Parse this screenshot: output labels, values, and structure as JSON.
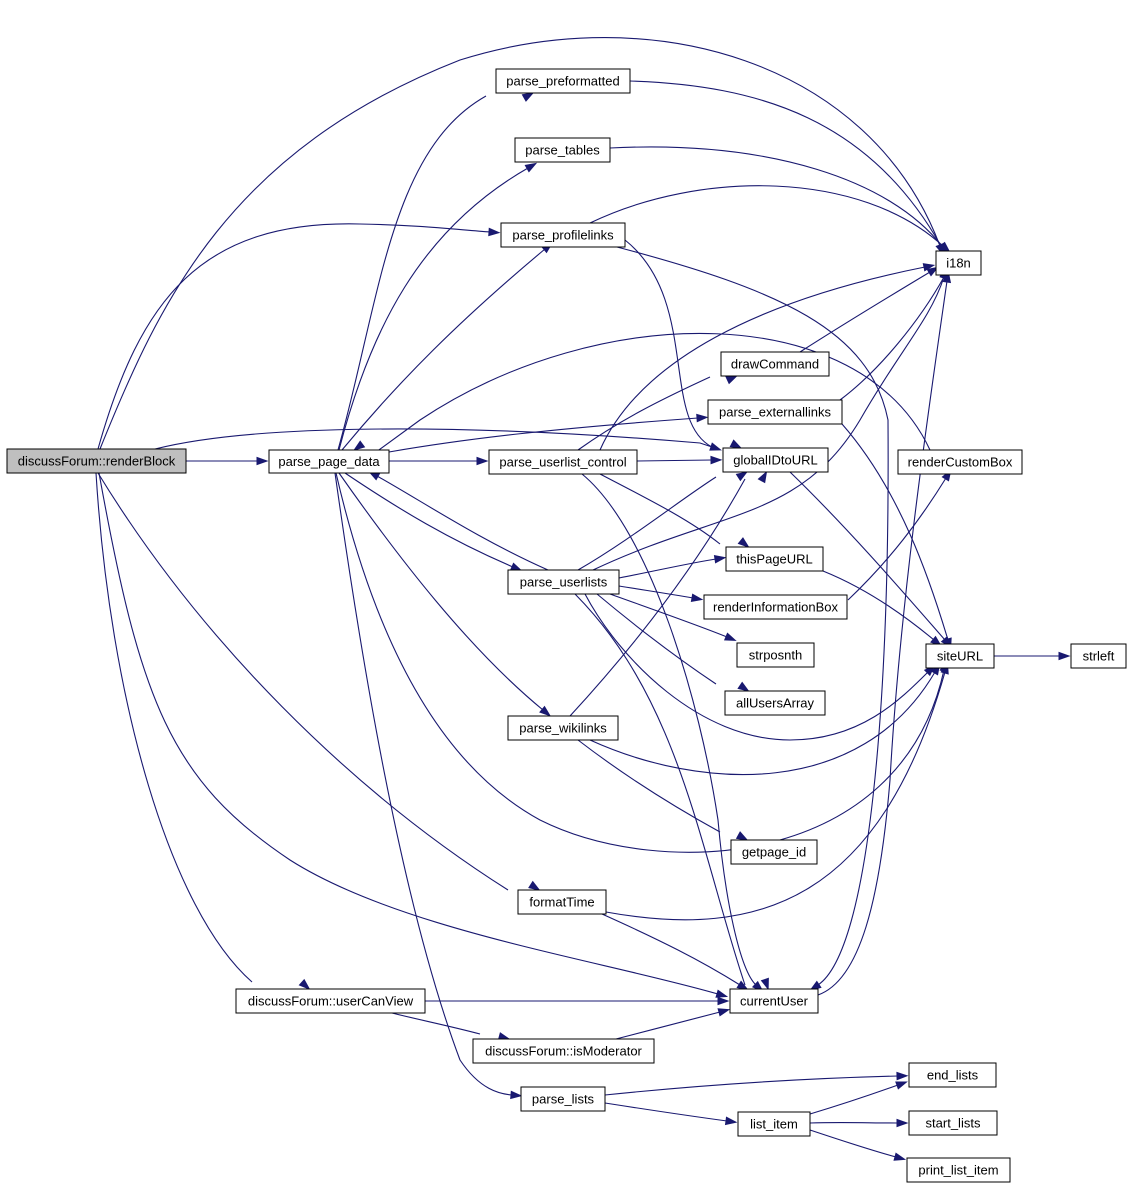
{
  "graph": {
    "colors": {
      "edge": "#191970",
      "root_fill": "#bfbfbf",
      "node_fill": "#ffffff",
      "node_border": "#000000"
    },
    "nodes": [
      {
        "id": "renderBlock",
        "label": "discussForum::renderBlock",
        "root": true
      },
      {
        "id": "parse_page_data",
        "label": "parse_page_data"
      },
      {
        "id": "parse_preformatted",
        "label": "parse_preformatted"
      },
      {
        "id": "parse_tables",
        "label": "parse_tables"
      },
      {
        "id": "parse_profilelinks",
        "label": "parse_profilelinks"
      },
      {
        "id": "i18n",
        "label": "i18n"
      },
      {
        "id": "drawCommand",
        "label": "drawCommand"
      },
      {
        "id": "parse_externallinks",
        "label": "parse_externallinks"
      },
      {
        "id": "parse_userlist_control",
        "label": "parse_userlist_control"
      },
      {
        "id": "globalIDtoURL",
        "label": "globalIDtoURL"
      },
      {
        "id": "renderCustomBox",
        "label": "renderCustomBox"
      },
      {
        "id": "thisPageURL",
        "label": "thisPageURL"
      },
      {
        "id": "parse_userlists",
        "label": "parse_userlists"
      },
      {
        "id": "renderInformationBox",
        "label": "renderInformationBox"
      },
      {
        "id": "strposnth",
        "label": "strposnth"
      },
      {
        "id": "siteURL",
        "label": "siteURL"
      },
      {
        "id": "strleft",
        "label": "strleft"
      },
      {
        "id": "allUsersArray",
        "label": "allUsersArray"
      },
      {
        "id": "parse_wikilinks",
        "label": "parse_wikilinks"
      },
      {
        "id": "getpage_id",
        "label": "getpage_id"
      },
      {
        "id": "formatTime",
        "label": "formatTime"
      },
      {
        "id": "userCanView",
        "label": "discussForum::userCanView"
      },
      {
        "id": "currentUser",
        "label": "currentUser"
      },
      {
        "id": "isModerator",
        "label": "discussForum::isModerator"
      },
      {
        "id": "parse_lists",
        "label": "parse_lists"
      },
      {
        "id": "end_lists",
        "label": "end_lists"
      },
      {
        "id": "list_item",
        "label": "list_item"
      },
      {
        "id": "start_lists",
        "label": "start_lists"
      },
      {
        "id": "print_list_item",
        "label": "print_list_item"
      }
    ],
    "edges": [
      {
        "from": "renderBlock",
        "to": "parse_page_data"
      },
      {
        "from": "renderBlock",
        "to": "i18n"
      },
      {
        "from": "renderBlock",
        "to": "parse_profilelinks"
      },
      {
        "from": "renderBlock",
        "to": "globalIDtoURL"
      },
      {
        "from": "renderBlock",
        "to": "formatTime"
      },
      {
        "from": "renderBlock",
        "to": "userCanView"
      },
      {
        "from": "renderBlock",
        "to": "currentUser"
      },
      {
        "from": "parse_page_data",
        "to": "parse_preformatted"
      },
      {
        "from": "parse_page_data",
        "to": "parse_tables"
      },
      {
        "from": "parse_page_data",
        "to": "parse_profilelinks"
      },
      {
        "from": "parse_page_data",
        "to": "parse_externallinks"
      },
      {
        "from": "parse_page_data",
        "to": "parse_userlist_control"
      },
      {
        "from": "parse_page_data",
        "to": "parse_userlists"
      },
      {
        "from": "parse_page_data",
        "to": "parse_wikilinks"
      },
      {
        "from": "parse_page_data",
        "to": "parse_lists"
      },
      {
        "from": "parse_page_data",
        "to": "siteURL"
      },
      {
        "from": "parse_preformatted",
        "to": "i18n"
      },
      {
        "from": "parse_tables",
        "to": "i18n"
      },
      {
        "from": "parse_profilelinks",
        "to": "i18n"
      },
      {
        "from": "parse_profilelinks",
        "to": "globalIDtoURL"
      },
      {
        "from": "parse_profilelinks",
        "to": "currentUser"
      },
      {
        "from": "parse_userlist_control",
        "to": "globalIDtoURL"
      },
      {
        "from": "parse_userlist_control",
        "to": "drawCommand"
      },
      {
        "from": "parse_userlist_control",
        "to": "i18n"
      },
      {
        "from": "parse_userlist_control",
        "to": "thisPageURL"
      },
      {
        "from": "parse_userlist_control",
        "to": "currentUser"
      },
      {
        "from": "drawCommand",
        "to": "i18n"
      },
      {
        "from": "parse_externallinks",
        "to": "i18n"
      },
      {
        "from": "parse_externallinks",
        "to": "siteURL"
      },
      {
        "from": "globalIDtoURL",
        "to": "siteURL"
      },
      {
        "from": "renderCustomBox",
        "to": "parse_page_data"
      },
      {
        "from": "thisPageURL",
        "to": "siteURL"
      },
      {
        "from": "renderInformationBox",
        "to": "renderCustomBox"
      },
      {
        "from": "parse_userlists",
        "to": "parse_page_data"
      },
      {
        "from": "parse_userlists",
        "to": "globalIDtoURL"
      },
      {
        "from": "parse_userlists",
        "to": "thisPageURL"
      },
      {
        "from": "parse_userlists",
        "to": "renderInformationBox"
      },
      {
        "from": "parse_userlists",
        "to": "strposnth"
      },
      {
        "from": "parse_userlists",
        "to": "allUsersArray"
      },
      {
        "from": "parse_userlists",
        "to": "siteURL"
      },
      {
        "from": "parse_userlists",
        "to": "i18n"
      },
      {
        "from": "parse_userlists",
        "to": "currentUser"
      },
      {
        "from": "parse_wikilinks",
        "to": "globalIDtoURL"
      },
      {
        "from": "parse_wikilinks",
        "to": "siteURL"
      },
      {
        "from": "parse_wikilinks",
        "to": "getpage_id"
      },
      {
        "from": "siteURL",
        "to": "strleft"
      },
      {
        "from": "formatTime",
        "to": "siteURL"
      },
      {
        "from": "formatTime",
        "to": "currentUser"
      },
      {
        "from": "currentUser",
        "to": "i18n"
      },
      {
        "from": "userCanView",
        "to": "currentUser"
      },
      {
        "from": "userCanView",
        "to": "isModerator"
      },
      {
        "from": "isModerator",
        "to": "currentUser"
      },
      {
        "from": "parse_lists",
        "to": "end_lists"
      },
      {
        "from": "parse_lists",
        "to": "list_item"
      },
      {
        "from": "list_item",
        "to": "end_lists"
      },
      {
        "from": "list_item",
        "to": "start_lists"
      },
      {
        "from": "list_item",
        "to": "print_list_item"
      }
    ]
  }
}
